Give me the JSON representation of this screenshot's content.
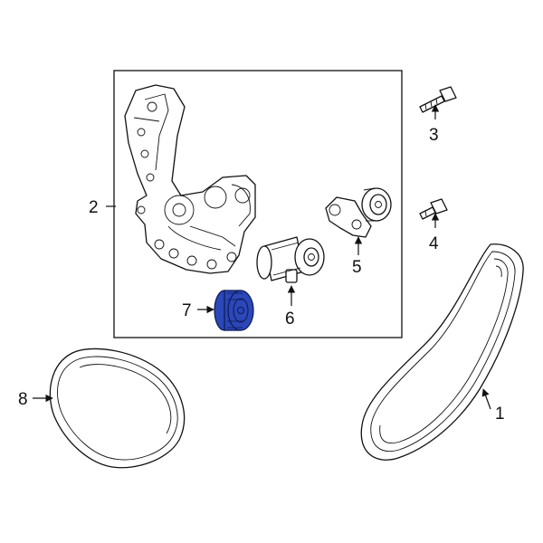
{
  "callouts": {
    "c1": "1",
    "c2": "2",
    "c3": "3",
    "c4": "4",
    "c5": "5",
    "c6": "6",
    "c7": "7",
    "c8": "8"
  },
  "colors": {
    "highlight": "#2b47b8",
    "outline": "#111111",
    "background": "#ffffff"
  }
}
